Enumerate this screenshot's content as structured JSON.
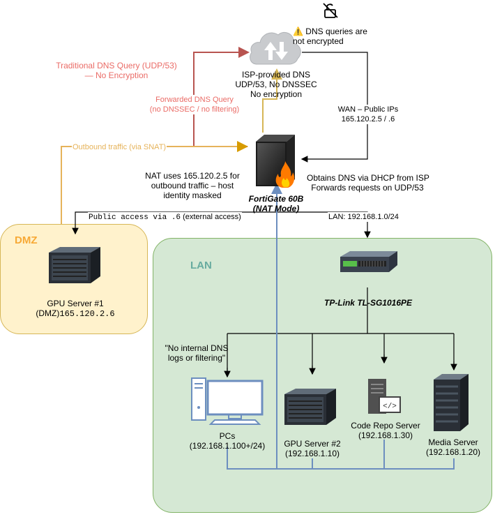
{
  "zones": {
    "dmz": "DMZ",
    "lan": "LAN"
  },
  "cloud": {
    "warning": "⚠️ DNS queries are\nnot encrypted",
    "label": "ISP-provided DNS\nUDP/53, No DNSSEC\nNo encryption"
  },
  "firewall": {
    "name": "FortiGate 60B\n(NAT Mode)",
    "nat_note": "NAT uses 165.120.2.5 for\noutbound traffic – host\nidentity masked",
    "dhcp_note": "Obtains DNS via DHCP from ISP\nForwards requests on UDP/53"
  },
  "edges": {
    "traditional_dns": "Traditional DNS Query (UDP/53)\n— No Encryption",
    "forwarded_dns": "Forwarded DNS Query\n(no DNSSEC / no filtering)",
    "outbound": "Outbound traffic (via SNAT)",
    "wan": "WAN – Public IPs\n165.120.2.5 / .6",
    "public_access_mono": "Public access via .6",
    "public_access_rest": "(external access)",
    "lan_link": "LAN: 192.168.1.0/24"
  },
  "devices": {
    "gpu1": "GPU Server #1",
    "gpu1_ip_prefix": "(DMZ)",
    "gpu1_ip": "165.120.2.6",
    "switch": "TP-Link TL-SG1016PE",
    "pcs_quote": "\"No internal DNS\nlogs or filtering\"",
    "pcs": "PCs\n(192.168.1.100+/24)",
    "gpu2": "GPU Server #2\n(192.168.1.10)",
    "code_repo": "Code Repo Server\n(192.168.1.30)",
    "media": "Media Server\n(192.168.1.20)"
  },
  "colors": {
    "dns_red": "#b85450",
    "outbound_orange": "#d79b00",
    "forwarded_yellow": "#d6b656",
    "lan_blue": "#6c8ebf",
    "dmz_fill": "#fff2cc",
    "lan_fill": "#d5e8d4"
  }
}
